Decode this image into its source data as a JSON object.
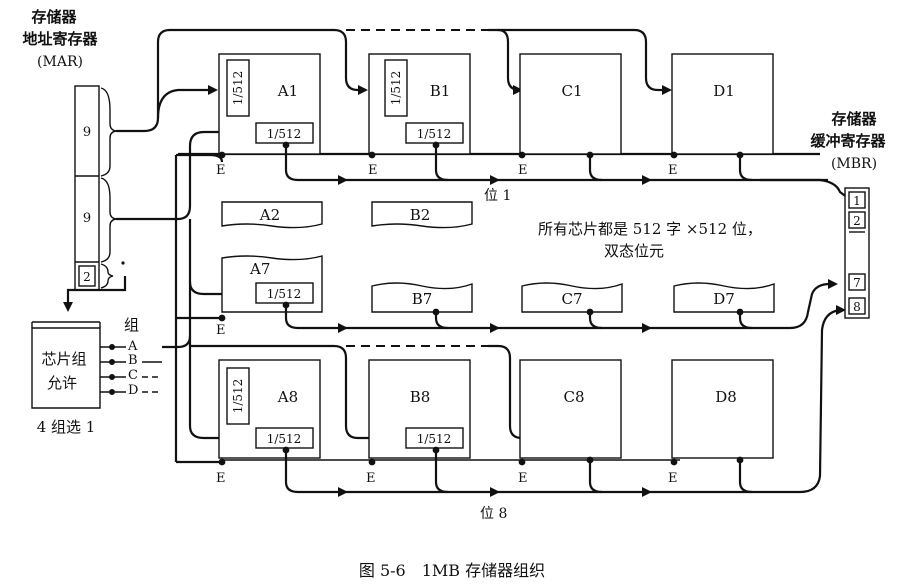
{
  "mar": {
    "title_line1": "存储器",
    "title_line2": "地址寄存器",
    "title_line3": "(MAR)",
    "fields": [
      "9",
      "9",
      "2"
    ]
  },
  "mbr": {
    "title_line1": "存储器",
    "title_line2": "缓冲寄存器",
    "title_line3": "(MBR)",
    "cells": [
      "1",
      "2",
      "7",
      "8"
    ]
  },
  "chip_select": {
    "label_line1": "芯片组",
    "label_line2": "允许",
    "group_label": "组",
    "outputs": [
      "A",
      "B",
      "C",
      "D"
    ],
    "caption": "4 组选 1"
  },
  "chips": {
    "row1": [
      "A1",
      "B1",
      "C1",
      "D1"
    ],
    "row2": [
      "A2",
      "B2"
    ],
    "row7": [
      "A7",
      "B7",
      "C7",
      "D7"
    ],
    "row8": [
      "A8",
      "B8",
      "C8",
      "D8"
    ]
  },
  "decoder_label": "1/512",
  "enable_label": "E",
  "bit1_label": "位 1",
  "bit8_label": "位 8",
  "note_line1": "所有芯片都是 512 字 ×512 位，",
  "note_line2": "双态位元",
  "caption": "图 5-6　1MB 存储器组织"
}
